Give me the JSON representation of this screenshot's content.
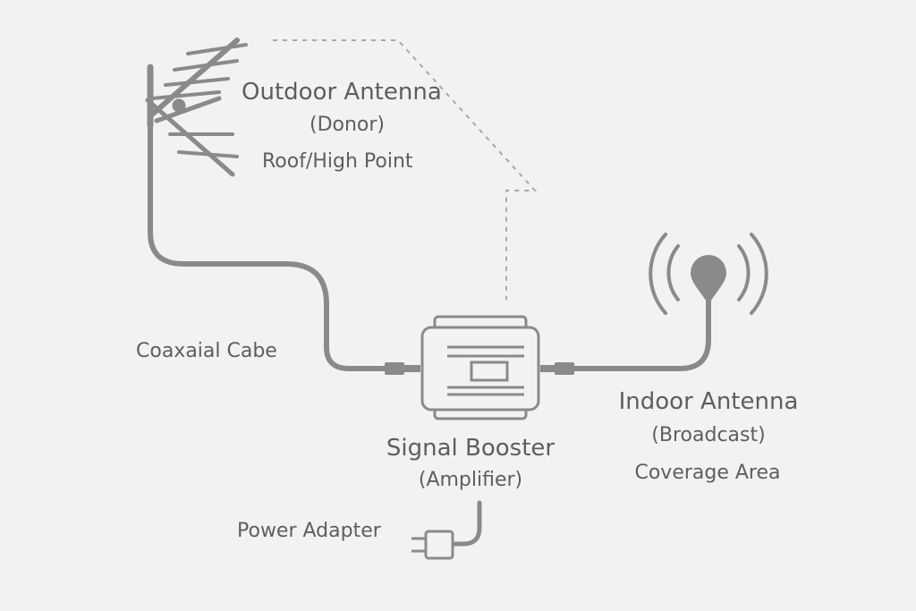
{
  "outdoor_antenna": {
    "title": "Outdoor Antenna",
    "subtitle": "(Donor)",
    "location": "Roof/High Point"
  },
  "cable": {
    "label": "Coaxaial Cabe"
  },
  "booster": {
    "title": "Signal Booster",
    "subtitle": "(Amplifier)"
  },
  "indoor_antenna": {
    "title": "Indoor Antenna",
    "subtitle": "(Broadcast)",
    "coverage": "Coverage Area"
  },
  "power": {
    "label": "Power Adapter"
  },
  "colors": {
    "background": "#f2f2f2",
    "line": "#8a8a8a",
    "text": "#5e5e5e",
    "dotted": "#a8a8a8"
  }
}
